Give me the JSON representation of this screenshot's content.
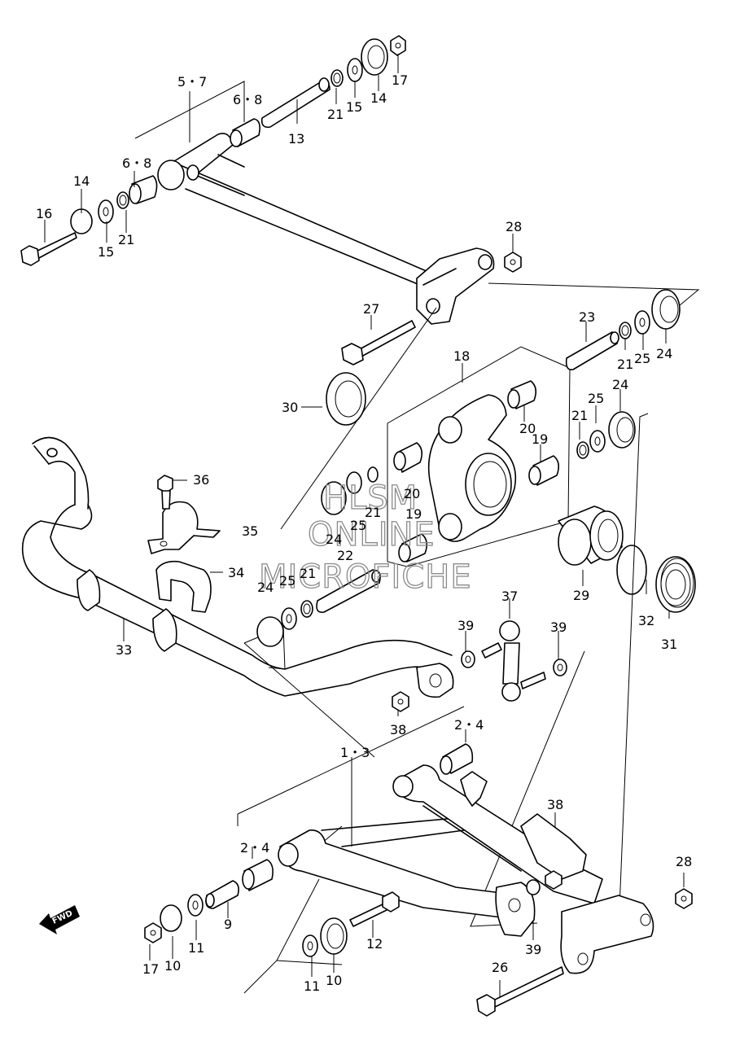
{
  "watermark": {
    "line1": "HLSM",
    "line2": "ONLINE",
    "line3": "MICROFICHE"
  },
  "fwd_label": "FWD",
  "callouts": [
    {
      "id": "c-5-7",
      "text": "5・7"
    },
    {
      "id": "c-6-8a",
      "text": "6・8"
    },
    {
      "id": "c-6-8b",
      "text": "6・8"
    },
    {
      "id": "c-13",
      "text": "13"
    },
    {
      "id": "c-21a",
      "text": "21"
    },
    {
      "id": "c-15a",
      "text": "15"
    },
    {
      "id": "c-14a",
      "text": "14"
    },
    {
      "id": "c-17a",
      "text": "17"
    },
    {
      "id": "c-14b",
      "text": "14"
    },
    {
      "id": "c-16",
      "text": "16"
    },
    {
      "id": "c-15b",
      "text": "15"
    },
    {
      "id": "c-21b",
      "text": "21"
    },
    {
      "id": "c-28a",
      "text": "28"
    },
    {
      "id": "c-27",
      "text": "27"
    },
    {
      "id": "c-23",
      "text": "23"
    },
    {
      "id": "c-21c",
      "text": "21"
    },
    {
      "id": "c-25a",
      "text": "25"
    },
    {
      "id": "c-24a",
      "text": "24"
    },
    {
      "id": "c-18",
      "text": "18"
    },
    {
      "id": "c-30",
      "text": "30"
    },
    {
      "id": "c-24b",
      "text": "24"
    },
    {
      "id": "c-25b",
      "text": "25"
    },
    {
      "id": "c-21d",
      "text": "21"
    },
    {
      "id": "c-20a",
      "text": "20"
    },
    {
      "id": "c-19a",
      "text": "19"
    },
    {
      "id": "c-20b",
      "text": "20"
    },
    {
      "id": "c-19b",
      "text": "19"
    },
    {
      "id": "c-21e",
      "text": "21"
    },
    {
      "id": "c-25c",
      "text": "25"
    },
    {
      "id": "c-24c",
      "text": "24"
    },
    {
      "id": "c-22",
      "text": "22"
    },
    {
      "id": "c-24d",
      "text": "24"
    },
    {
      "id": "c-25d",
      "text": "25"
    },
    {
      "id": "c-21f",
      "text": "21"
    },
    {
      "id": "c-36",
      "text": "36"
    },
    {
      "id": "c-35",
      "text": "35"
    },
    {
      "id": "c-34",
      "text": "34"
    },
    {
      "id": "c-33",
      "text": "33"
    },
    {
      "id": "c-29",
      "text": "29"
    },
    {
      "id": "c-32",
      "text": "32"
    },
    {
      "id": "c-31",
      "text": "31"
    },
    {
      "id": "c-37",
      "text": "37"
    },
    {
      "id": "c-39a",
      "text": "39"
    },
    {
      "id": "c-39b",
      "text": "39"
    },
    {
      "id": "c-38a",
      "text": "38"
    },
    {
      "id": "c-2-4a",
      "text": "2・4"
    },
    {
      "id": "c-1-3",
      "text": "1・3"
    },
    {
      "id": "c-38b",
      "text": "38"
    },
    {
      "id": "c-2-4b",
      "text": "2・4"
    },
    {
      "id": "c-28b",
      "text": "28"
    },
    {
      "id": "c-9",
      "text": "9"
    },
    {
      "id": "c-11a",
      "text": "11"
    },
    {
      "id": "c-10a",
      "text": "10"
    },
    {
      "id": "c-17b",
      "text": "17"
    },
    {
      "id": "c-12",
      "text": "12"
    },
    {
      "id": "c-39c",
      "text": "39"
    },
    {
      "id": "c-11b",
      "text": "11"
    },
    {
      "id": "c-10b",
      "text": "10"
    },
    {
      "id": "c-26",
      "text": "26"
    }
  ]
}
